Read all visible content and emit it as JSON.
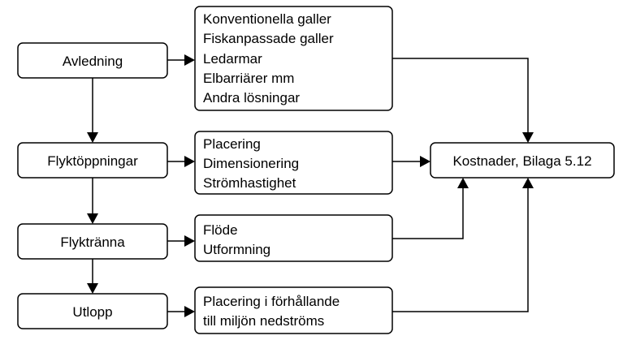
{
  "nodes": {
    "avledning": {
      "label": "Avledning"
    },
    "flyktoppningar": {
      "label": "Flyktöppningar"
    },
    "flyktranna": {
      "label": "Flyktränna"
    },
    "utlopp": {
      "label": "Utlopp"
    },
    "avledning_details": {
      "lines": [
        "Konventionella galler",
        "Fiskanpassade galler",
        "Ledarmar",
        "Elbarriärer mm",
        "Andra lösningar"
      ]
    },
    "flyktoppningar_details": {
      "lines": [
        "Placering",
        "Dimensionering",
        "Strömhastighet"
      ]
    },
    "flyktranna_details": {
      "lines": [
        "Flöde",
        "Utformning"
      ]
    },
    "utlopp_details": {
      "lines": [
        "Placering i förhållande",
        "till miljön nedströms"
      ]
    },
    "kostnader": {
      "label": "Kostnader, Bilaga 5.12"
    }
  },
  "colors": {
    "stroke": "#000000",
    "fill": "#ffffff",
    "text": "#000000"
  }
}
